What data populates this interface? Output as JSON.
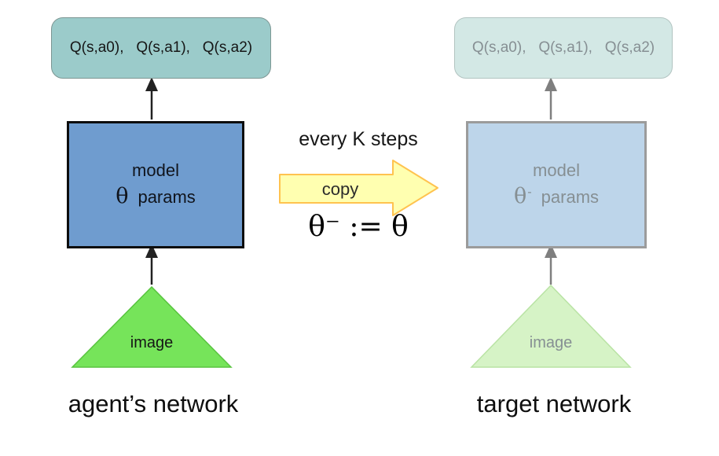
{
  "colors": {
    "q_box_fill_left": "#9bcbca",
    "q_box_border_left": "#7d9693",
    "q_box_fill_right": "#d3e8e5",
    "q_box_border_right": "#b2c4c1",
    "model_fill_left": "#6f9ccf",
    "model_border_left": "#0d0d0d",
    "model_text_left": "#10141c",
    "model_fill_right": "#bdd5ea",
    "model_border_right": "#9b9b9b",
    "triangle_fill_left": "#76e45a",
    "triangle_stroke_left": "#58c43f",
    "triangle_fill_right": "#d6f3c6",
    "triangle_stroke_right": "#b9e3a4",
    "copy_arrow_fill": "#ffffb0",
    "copy_arrow_stroke": "#ffc34f",
    "arrow_left": "#222222",
    "arrow_right": "#7f7f7f",
    "text_dark": "#161616",
    "text_faded": "#868f93"
  },
  "agent_network": {
    "q_values": "Q(s,a0),   Q(s,a1),   Q(s,a2)",
    "model_line1": "model",
    "model_theta": "θ",
    "model_params": "params",
    "input_label": "image",
    "caption": "agent’s network"
  },
  "target_network": {
    "q_values": "Q(s,a0),   Q(s,a1),   Q(s,a2)",
    "model_line1": "model",
    "model_theta": "θ",
    "model_theta_sup": "-",
    "model_params": "params",
    "input_label": "image",
    "caption": "target network"
  },
  "copy_step": {
    "condition": "every K steps",
    "arrow_label": "copy",
    "assignment": "θ⁻ := θ"
  }
}
